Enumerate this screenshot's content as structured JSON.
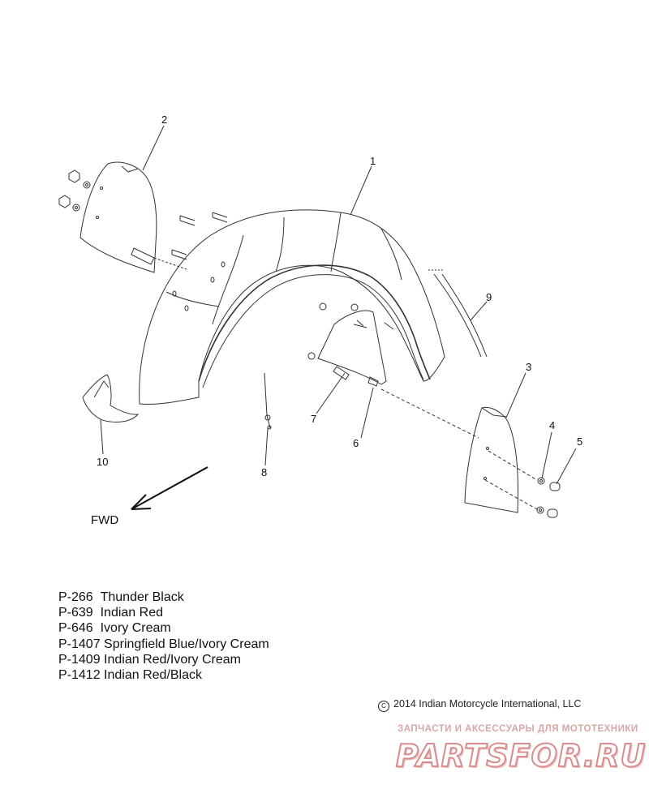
{
  "callouts": [
    "1",
    "2",
    "3",
    "4",
    "5",
    "6",
    "7",
    "8",
    "9",
    "10"
  ],
  "direction_label": "FWD",
  "paint_codes": [
    {
      "code": "P-266",
      "name": "Thunder Black"
    },
    {
      "code": "P-639",
      "name": "Indian Red"
    },
    {
      "code": "P-646",
      "name": "Ivory Cream"
    },
    {
      "code": "P-1407",
      "name": "Springfield Blue/Ivory Cream"
    },
    {
      "code": "P-1409",
      "name": "Indian Red/Ivory Cream"
    },
    {
      "code": "P-1412",
      "name": "Indian Red/Black"
    }
  ],
  "copyright": "2014 Indian Motorcycle International, LLC",
  "copyright_symbol": "C",
  "watermark": {
    "tagline": "ЗАПЧАСТИ И АКСЕССУАРЫ ДЛЯ МОТОТЕХНИКИ",
    "logo": "PARTSFOR.RU",
    "color": "#d98c8c"
  }
}
